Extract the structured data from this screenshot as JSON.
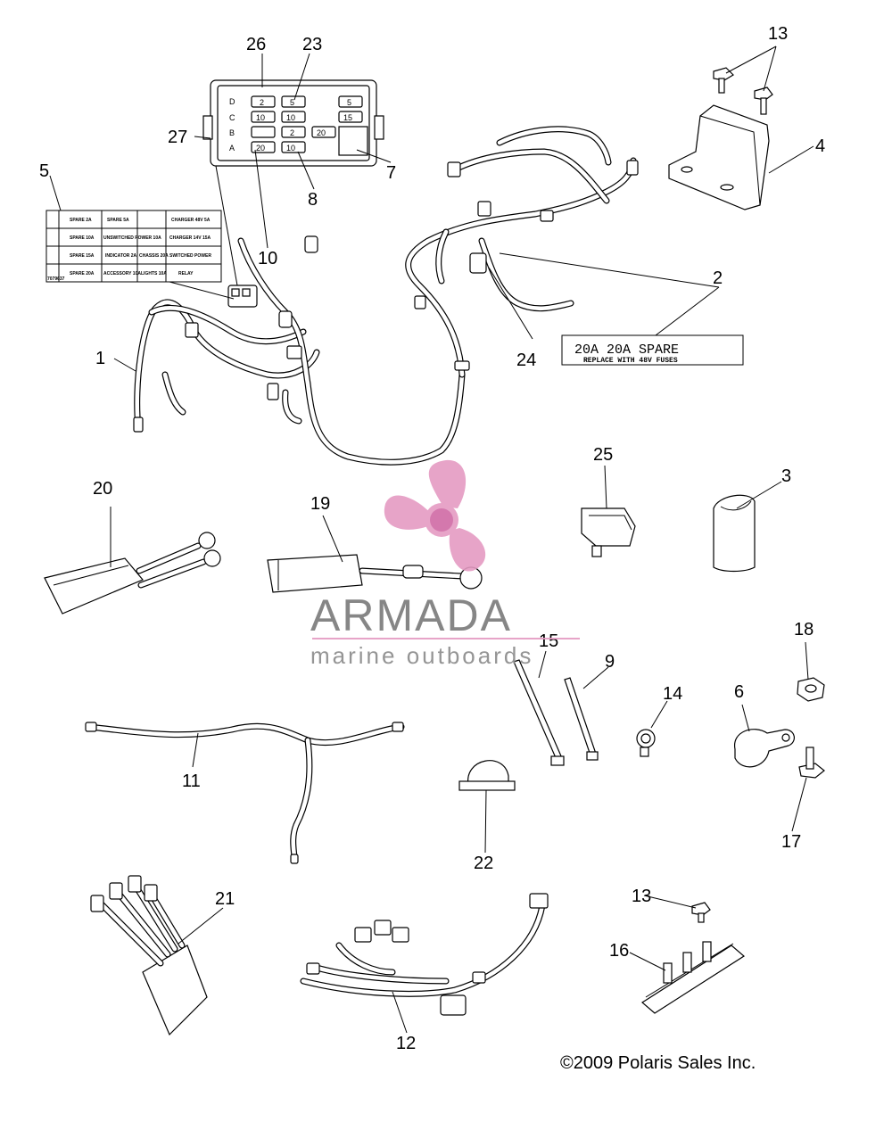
{
  "callouts": {
    "c1": "1",
    "c2": "2",
    "c3": "3",
    "c4": "4",
    "c5": "5",
    "c6": "6",
    "c7": "7",
    "c8": "8",
    "c9": "9",
    "c10": "10",
    "c11": "11",
    "c12": "12",
    "c13a": "13",
    "c13b": "13",
    "c14": "14",
    "c15": "15",
    "c16": "16",
    "c17": "17",
    "c18": "18",
    "c19": "19",
    "c20": "20",
    "c21": "21",
    "c22": "22",
    "c23": "23",
    "c24": "24",
    "c25": "25",
    "c26": "26",
    "c27": "27"
  },
  "fuse_box": {
    "rows": [
      "D",
      "C",
      "B",
      "A"
    ],
    "fuses": [
      "2",
      "5",
      "5",
      "10",
      "10",
      "15",
      "2",
      "20",
      "20",
      "10"
    ]
  },
  "fuse_label": {
    "cells": [
      "SPARE 2A",
      "SPARE 5A",
      "CHARGER 48V 5A",
      "SPARE 10A",
      "UNSWITCHED POWER 10A",
      "CHARGER 14V 15A",
      "SPARE 15A",
      "INDICATOR 2A",
      "CHASSIS 20A",
      "SWITCHED POWER",
      "SPARE 20A",
      "ACCESSORY 10A",
      "LIGHTS 10A",
      "RELAY"
    ],
    "part_no": "7079637"
  },
  "decal_2": {
    "line1": "20A   20A   SPARE",
    "line2": "REPLACE WITH 48V FUSES"
  },
  "watermark": {
    "brand": "ARMADA",
    "tagline": "marine outboards",
    "color": "#e59bc3"
  },
  "copyright": "©2009 Polaris Sales Inc."
}
